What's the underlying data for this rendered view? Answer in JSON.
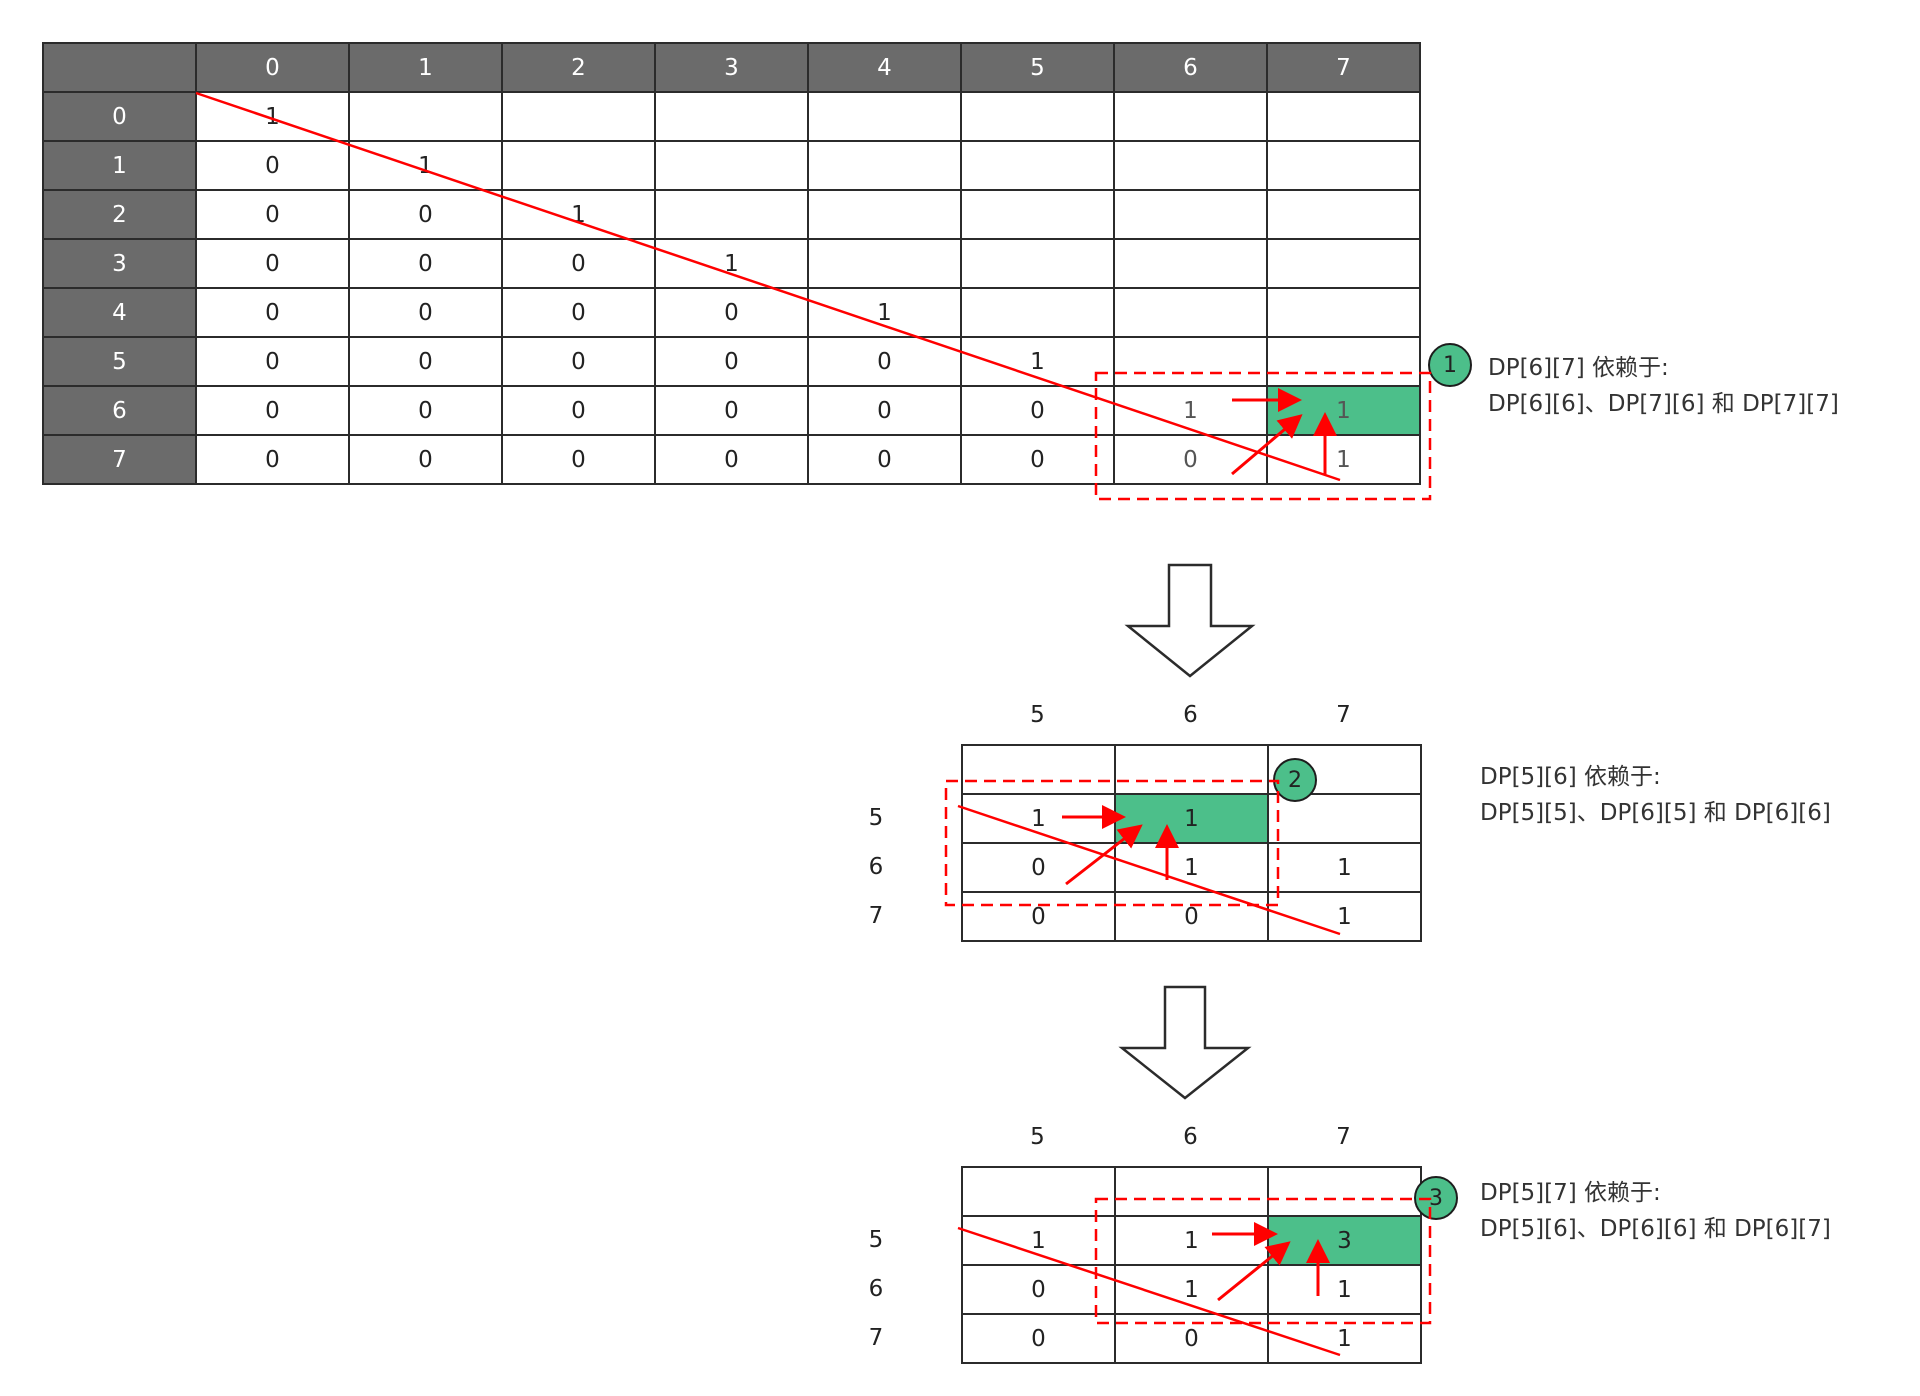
{
  "colors": {
    "header_bg": "#6b6b6b",
    "highlight": "#4cbf8a",
    "annotation": "#ff0000",
    "grid": "#2b2b2b"
  },
  "main_table": {
    "corner": "",
    "col_headers": [
      "0",
      "1",
      "2",
      "3",
      "4",
      "5",
      "6",
      "7"
    ],
    "row_headers": [
      "0",
      "1",
      "2",
      "3",
      "4",
      "5",
      "6",
      "7"
    ],
    "rows": [
      [
        "1",
        "",
        "",
        "",
        "",
        "",
        "",
        ""
      ],
      [
        "0",
        "1",
        "",
        "",
        "",
        "",
        "",
        ""
      ],
      [
        "0",
        "0",
        "1",
        "",
        "",
        "",
        "",
        ""
      ],
      [
        "0",
        "0",
        "0",
        "1",
        "",
        "",
        "",
        ""
      ],
      [
        "0",
        "0",
        "0",
        "0",
        "1",
        "",
        "",
        ""
      ],
      [
        "0",
        "0",
        "0",
        "0",
        "0",
        "1",
        "",
        ""
      ],
      [
        "0",
        "0",
        "0",
        "0",
        "0",
        "0",
        "1",
        "1"
      ],
      [
        "0",
        "0",
        "0",
        "0",
        "0",
        "0",
        "0",
        "1"
      ]
    ],
    "highlight_cell": [
      6,
      7
    ]
  },
  "steps": [
    {
      "badge": "1",
      "note_line1": "DP[6][7] 依赖于:",
      "note_line2": "DP[6][6]、DP[7][6] 和 DP[7][7]"
    },
    {
      "badge": "2",
      "col_labels": [
        "5",
        "6",
        "7"
      ],
      "row_labels": [
        "5",
        "6",
        "7"
      ],
      "rows": [
        [
          "",
          "",
          ""
        ],
        [
          "1",
          "1",
          ""
        ],
        [
          "0",
          "1",
          "1"
        ],
        [
          "0",
          "0",
          "1"
        ]
      ],
      "highlight_cell": [
        1,
        1
      ],
      "note_line1": "DP[5][6] 依赖于:",
      "note_line2": "DP[5][5]、DP[6][5] 和 DP[6][6]"
    },
    {
      "badge": "3",
      "col_labels": [
        "5",
        "6",
        "7"
      ],
      "row_labels": [
        "5",
        "6",
        "7"
      ],
      "rows": [
        [
          "",
          "",
          ""
        ],
        [
          "1",
          "1",
          "3"
        ],
        [
          "0",
          "1",
          "1"
        ],
        [
          "0",
          "0",
          "1"
        ]
      ],
      "highlight_cell": [
        1,
        2
      ],
      "note_line1": "DP[5][7] 依赖于:",
      "note_line2": "DP[5][6]、DP[6][6] 和 DP[6][7]"
    }
  ]
}
